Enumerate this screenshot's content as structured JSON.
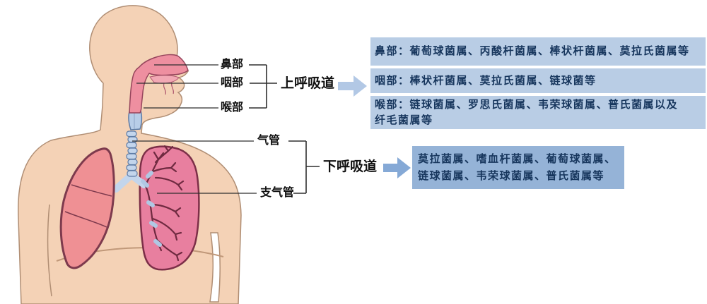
{
  "labels": {
    "nose": "鼻部",
    "pharynx": "咽部",
    "larynx": "喉部",
    "trachea": "气管",
    "bronchi": "支气管",
    "upper_tract": "上呼吸道",
    "lower_tract": "下呼吸道"
  },
  "flora_boxes": {
    "nose": "鼻部：葡萄球菌属、丙酸杆菌属、棒状杆菌属、莫拉氏菌属等",
    "pharynx": "咽部：棒状杆菌属、莫拉氏菌属、链球菌等",
    "larynx": "喉部：链球菌属、罗思氏菌属、韦荣球菌属、普氏菌属以及纤毛菌属等",
    "lower": "莫拉菌属、嗜血杆菌属、葡萄球菌属、链球菌属、韦荣球菌属、普氏菌属等"
  },
  "colors": {
    "box_light_blue": "#b9cde5",
    "box_medium_blue": "#95b3d7",
    "box_text_navy": "#17365d",
    "arrow_light_blue": "#b2c8e5",
    "arrow_medium_blue": "#85a9d6",
    "skin": "#f4d2b6",
    "airway_pink": "#ee8fa0",
    "trachea_blue": "#c3d5ec",
    "left_lung_salmon": "#ef9094",
    "right_lung_pink": "#e87f9f"
  }
}
